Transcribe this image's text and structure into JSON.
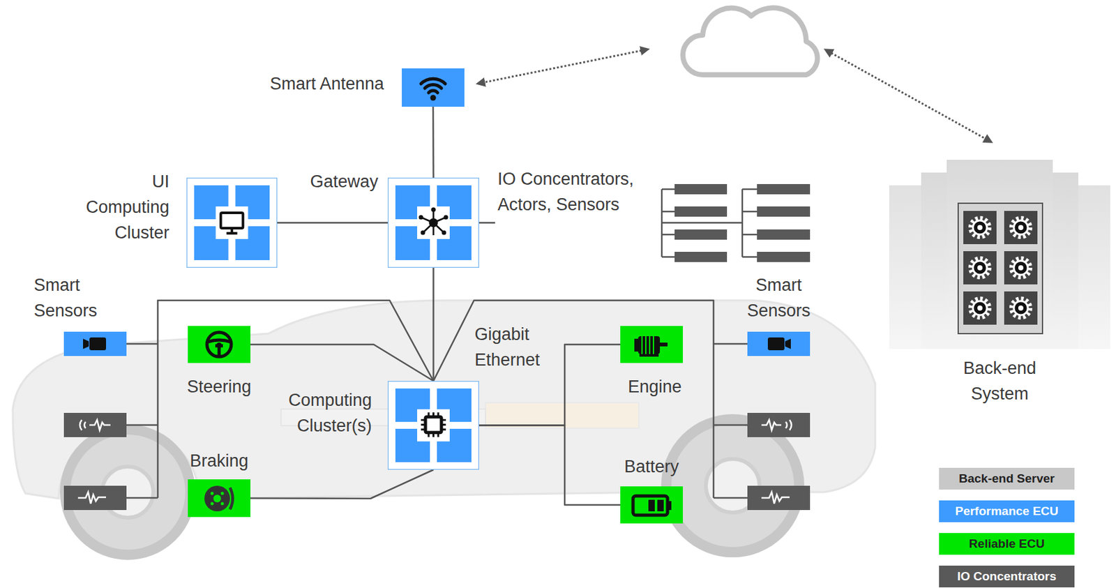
{
  "diagram": {
    "nodes": [
      {
        "text": [
          "Smart Antenna"
        ]
      },
      {
        "text": [
          "UI Computing Cluster"
        ]
      },
      {
        "text": [
          "Gateway"
        ]
      },
      {
        "text": [
          "IO Concentrators, Actors, Sensors"
        ]
      },
      {
        "text": [
          "Smart Sensors"
        ]
      },
      {
        "text": [
          "Steering"
        ]
      },
      {
        "text": [
          "Computing Cluster(s)"
        ]
      },
      {
        "text": [
          "Braking"
        ]
      },
      {
        "text": [
          "Engine"
        ]
      },
      {
        "text": [
          "Battery"
        ]
      },
      {
        "text": [
          "Smart Sensors"
        ]
      },
      {
        "text": [
          "Back-end System"
        ]
      }
    ],
    "edges": [
      {
        "from": 0,
        "to": 2,
        "arrow": "none"
      },
      {
        "from": 1,
        "to": 2,
        "arrow": "none"
      },
      {
        "from": 2,
        "to": 3,
        "arrow": "none"
      },
      {
        "from": 2,
        "to": 6,
        "arrow": "none"
      },
      {
        "from": 4,
        "to": 6,
        "arrow": "none"
      },
      {
        "from": 5,
        "to": 6,
        "arrow": "none"
      },
      {
        "from": 7,
        "to": 6,
        "arrow": "none"
      },
      {
        "from": 6,
        "to": 8,
        "arrow": "none"
      },
      {
        "from": 6,
        "to": 9,
        "arrow": "none"
      },
      {
        "from": 10,
        "to": 6,
        "arrow": "none"
      }
    ],
    "labels": [
      "Gigabit Ethernet"
    ],
    "legend": [
      {
        "text": "Back-end Server",
        "color": "#c8c8c8"
      },
      {
        "text": "Performance ECU",
        "color": "#3d9bff"
      },
      {
        "text": "Reliable ECU",
        "color": "#00e600"
      },
      {
        "text": "IO Concentrators",
        "color": "#595959"
      }
    ]
  }
}
